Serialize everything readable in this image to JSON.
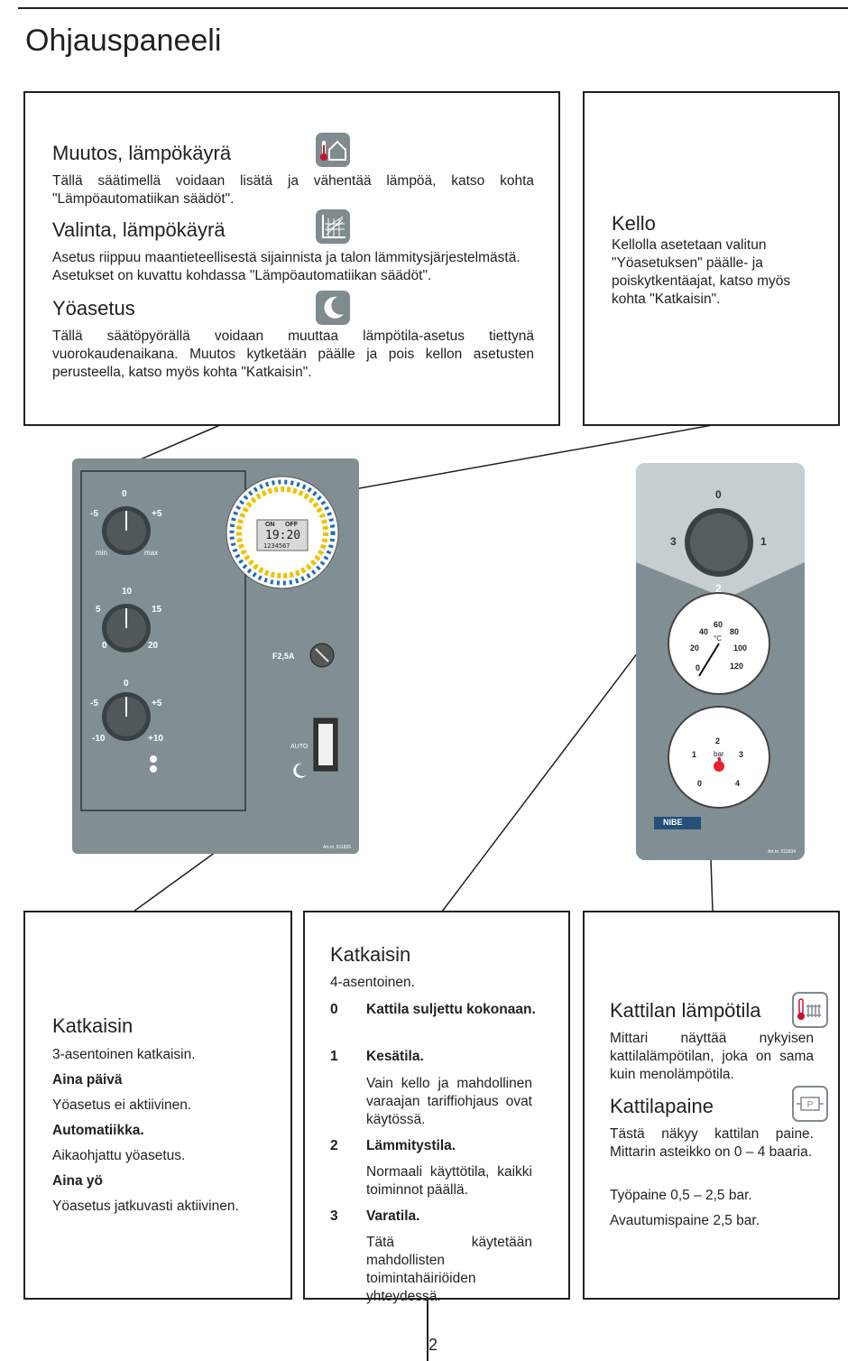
{
  "page": {
    "title": "Ohjauspaneeli",
    "page_number": "2"
  },
  "box_left_top": {
    "s1_heading": "Muutos, lämpökäyrä",
    "s1_text": "Tällä säätimellä voidaan lisätä ja vähentää lämpöä, katso kohta \"Lämpöautomatiikan säädöt\".",
    "s2_heading": "Valinta, lämpökäyrä",
    "s2_text": "Asetus riippuu maantieteellisestä sijainnista ja talon lämmitysjärjestelmästä. Asetukset on kuvattu kohdassa \"Lämpöautomatiikan säädöt\".",
    "s3_heading": "Yöasetus",
    "s3_text": "Tällä säätöpyörällä voidaan muuttaa lämpötila-asetus tiettynä vuorokaudenaikana. Muutos kytketään päälle ja pois kellon asetusten perusteella, katso myös kohta \"Katkaisin\"."
  },
  "box_right_top": {
    "heading": "Kello",
    "text": "Kellolla asetetaan valitun \"Yöasetuksen\" päälle- ja poiskytkentäajat, katso myös kohta \"Katkaisin\"."
  },
  "panel_left": {
    "dial1": {
      "top": "0",
      "left": "-5",
      "right": "+5",
      "min": "min",
      "max": "max"
    },
    "dial2": {
      "top": "10",
      "left": "5",
      "right": "15",
      "bottom_left": "0",
      "bottom_right": "20"
    },
    "dial3": {
      "top": "0",
      "left": "-5",
      "right": "+5",
      "bottom_left": "-10",
      "bottom_right": "+10"
    },
    "clock": {
      "on": "ON",
      "off": "OFF",
      "time": "19:20",
      "days": "1234567"
    },
    "fuse": "F2,5A",
    "auto": "AUTO",
    "art_no": "Art.nr. 611835"
  },
  "panel_right": {
    "switch": {
      "top": "0",
      "left": "3",
      "right": "1",
      "bottom": "2"
    },
    "thermo": {
      "unit": "°C",
      "ticks": [
        "0",
        "20",
        "40",
        "60",
        "80",
        "100",
        "120"
      ]
    },
    "pressure": {
      "unit": "bar",
      "ticks": [
        "0",
        "1",
        "2",
        "3",
        "4"
      ]
    },
    "brand": "NIBE",
    "art_no": "Art.nr. 611834"
  },
  "box_bottom_left": {
    "heading": "Katkaisin",
    "intro": "3-asentoinen katkaisin.",
    "i1_title": "Aina päivä",
    "i1_text": "Yöasetus ei aktiivinen.",
    "i2_title": "Automatiikka.",
    "i2_text": "Aikaohjattu yöasetus.",
    "i3_title": "Aina yö",
    "i3_text": "Yöasetus jatkuvasti aktiivinen."
  },
  "box_bottom_mid": {
    "heading": "Katkaisin",
    "intro": "4-asentoinen.",
    "items": [
      {
        "num": "0",
        "title": "Kattila suljettu kokonaan.",
        "text": ""
      },
      {
        "num": "1",
        "title": "Kesätila.",
        "text": "Vain kello ja mahdollinen varaajan tariffiohjaus ovat käytössä."
      },
      {
        "num": "2",
        "title": "Lämmitystila.",
        "text": "Normaali käyttötila, kaikki toiminnot päällä."
      },
      {
        "num": "3",
        "title": "Varatila.",
        "text": "Tätä käytetään mahdollisten toimintahäiriöiden yhteydessä."
      }
    ]
  },
  "box_bottom_right": {
    "h1": "Kattilan lämpötila",
    "t1": "Mittari näyttää nykyisen kattilalämpötilan, joka on sama kuin menolämpötila.",
    "h2": "Kattilapaine",
    "t2": "Tästä näkyy kattilan paine. Mittarin asteikko on 0 – 4 baaria.",
    "t3": "Työpaine 0,5 – 2,5 bar.",
    "t4": "Avautumispaine 2,5 bar."
  }
}
